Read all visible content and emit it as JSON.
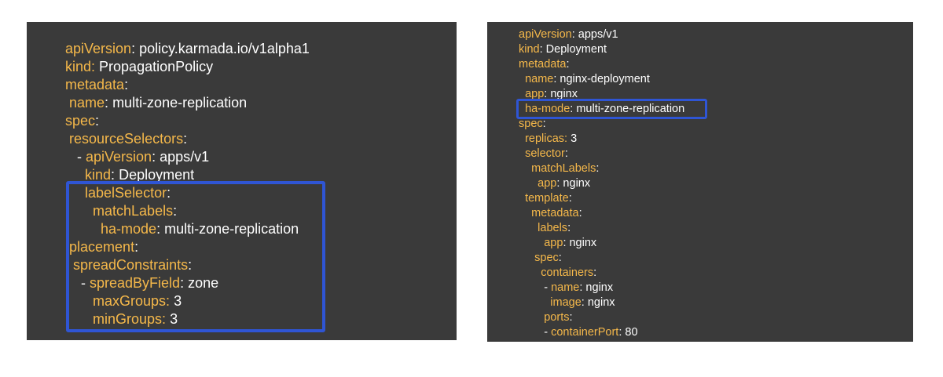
{
  "left_panel": {
    "lines": [
      {
        "indent": "",
        "key": "apiVersion",
        "value": " policy.karmada.io/v1alpha1"
      },
      {
        "indent": "",
        "key": "kind:",
        "value": " PropagationPolicy",
        "colon_in_key": true
      },
      {
        "indent": "",
        "key": "metadata",
        "value": ""
      },
      {
        "indent": " ",
        "key": "name",
        "value": " multi-zone-replication"
      },
      {
        "indent": "",
        "key": "spec",
        "value": ""
      },
      {
        "indent": " ",
        "key": "resourceSelectors",
        "value": ""
      },
      {
        "indent": "   - ",
        "key": "apiVersion",
        "value": " apps/v1"
      },
      {
        "indent": "     ",
        "key": "kind",
        "value": " Deployment"
      },
      {
        "indent": "     ",
        "key": "labelSelector",
        "value": ""
      },
      {
        "indent": "       ",
        "key": "matchLabels",
        "value": ""
      },
      {
        "indent": "         ",
        "key": "ha-mode",
        "value": " multi-zone-replication"
      },
      {
        "indent": " ",
        "key": "placement",
        "value": ""
      },
      {
        "indent": "  ",
        "key": "spreadConstraints",
        "value": ""
      },
      {
        "indent": "    - ",
        "key": "spreadByField",
        "value": " zone"
      },
      {
        "indent": "       ",
        "key": "maxGroups:",
        "value": " 3",
        "colon_in_key": true
      },
      {
        "indent": "       ",
        "key": "minGroups:",
        "value": " 3",
        "colon_in_key": true
      }
    ]
  },
  "right_panel": {
    "lines": [
      {
        "indent": "",
        "key": "apiVersion",
        "value": " apps/v1"
      },
      {
        "indent": "",
        "key": "kind",
        "value": " Deployment"
      },
      {
        "indent": "",
        "key": "metadata",
        "value": ""
      },
      {
        "indent": "  ",
        "key": "name",
        "value": " nginx-deployment"
      },
      {
        "indent": "  ",
        "key": "app",
        "value": " nginx"
      },
      {
        "indent": "  ",
        "key": "ha-mode",
        "value": " multi-zone-replication"
      },
      {
        "indent": "",
        "key": "spec",
        "value": ""
      },
      {
        "indent": "  ",
        "key": "replicas:",
        "value": " 3",
        "colon_in_key": true
      },
      {
        "indent": "  ",
        "key": "selector",
        "value": ""
      },
      {
        "indent": "    ",
        "key": "matchLabels",
        "value": ""
      },
      {
        "indent": "      ",
        "key": "app",
        "value": " nginx"
      },
      {
        "indent": "  ",
        "key": "template",
        "value": ""
      },
      {
        "indent": "    ",
        "key": "metadata",
        "value": ""
      },
      {
        "indent": "      ",
        "key": "labels",
        "value": ""
      },
      {
        "indent": "        ",
        "key": "app",
        "value": " nginx"
      },
      {
        "indent": "     ",
        "key": "spec",
        "value": ""
      },
      {
        "indent": "       ",
        "key": "containers",
        "value": ""
      },
      {
        "indent": "        - ",
        "key": "name",
        "value": " nginx"
      },
      {
        "indent": "          ",
        "key": "image",
        "value": " nginx"
      },
      {
        "indent": "        ",
        "key": "ports",
        "value": ""
      },
      {
        "indent": "        - ",
        "key": "containerPort",
        "value": " 80"
      }
    ]
  },
  "colors": {
    "key": "#f5b84a",
    "value": "#ffffff",
    "panel_bg": "#3a3a3a",
    "highlight": "#2f55d4"
  }
}
